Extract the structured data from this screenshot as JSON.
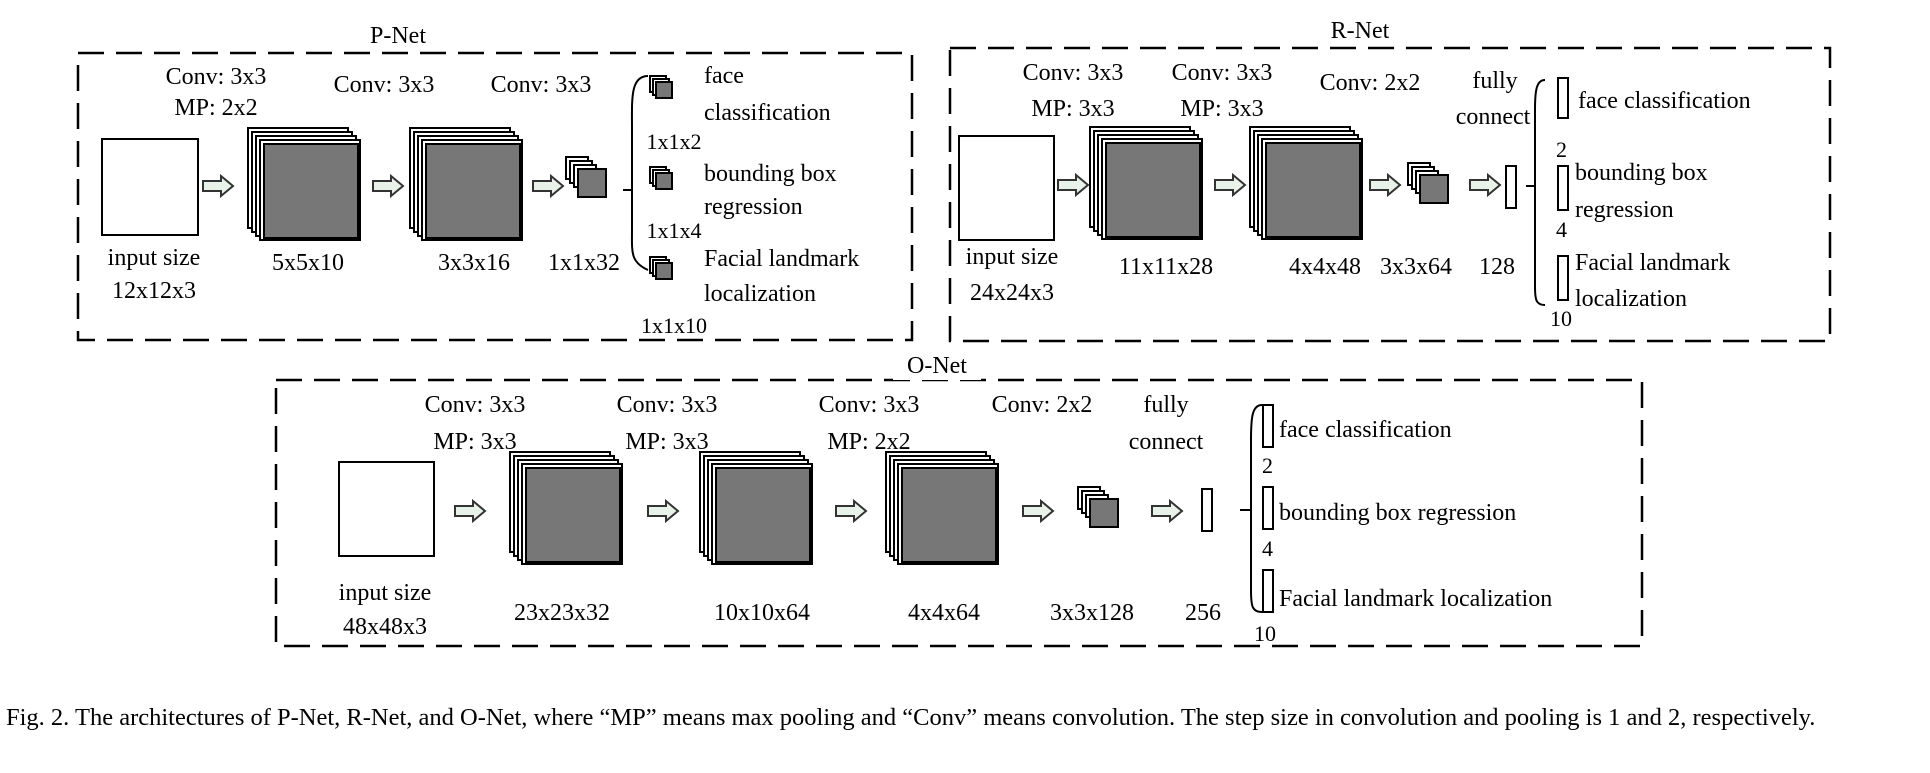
{
  "pnet": {
    "title": "P-Net",
    "input_label": "input size",
    "input_size": "12x12x3",
    "conv1": "Conv: 3x3",
    "mp1": "MP: 2x2",
    "conv2": "Conv: 3x3",
    "conv3": "Conv: 3x3",
    "dim1": "5x5x10",
    "dim2": "3x3x16",
    "dim3": "1x1x32",
    "out1_l1": "face",
    "out1_l2": "classification",
    "out1_dim": "1x1x2",
    "out2_l1": "bounding box",
    "out2_l2": "regression",
    "out2_dim": "1x1x4",
    "out3_l1": "Facial landmark",
    "out3_l2": "localization",
    "out3_dim": "1x1x10"
  },
  "rnet": {
    "title": "R-Net",
    "input_label": "input size",
    "input_size": "24x24x3",
    "conv1": "Conv: 3x3",
    "mp1": "MP: 3x3",
    "conv2": "Conv: 3x3",
    "mp2": "MP: 3x3",
    "conv3": "Conv: 2x2",
    "fc1": "fully",
    "fc2": "connect",
    "dim1": "11x11x28",
    "dim2": "4x4x48",
    "dim3": "3x3x64",
    "dim4": "128",
    "out1": "face classification",
    "out1_dim": "2",
    "out2_l1": "bounding box",
    "out2_l2": "regression",
    "out2_dim": "4",
    "out3_l1": "Facial landmark",
    "out3_l2": "localization",
    "out3_dim": "10"
  },
  "onet": {
    "title": "O-Net",
    "input_label": "input size",
    "input_size": "48x48x3",
    "conv1": "Conv: 3x3",
    "mp1": "MP: 3x3",
    "conv2": "Conv: 3x3",
    "mp2": "MP: 3x3",
    "conv3": "Conv: 3x3",
    "mp3": "MP: 2x2",
    "conv4": "Conv: 2x2",
    "fc1": "fully",
    "fc2": "connect",
    "dim1": "23x23x32",
    "dim2": "10x10x64",
    "dim3": "4x4x64",
    "dim4": "3x3x128",
    "dim5": "256",
    "out1": "face classification",
    "out1_dim": "2",
    "out2": "bounding box regression",
    "out2_dim": "4",
    "out3": "Facial landmark localization",
    "out3_dim": "10"
  },
  "caption": "Fig. 2.  The architectures of P-Net, R-Net, and O-Net, where “MP” means max pooling and “Conv” means convolution. The step size in convolution and pooling is 1 and 2, respectively.",
  "colors": {
    "layer_fill": "#777777",
    "arrow_fill": "#e8f2e8",
    "arrow_stroke": "#333333"
  }
}
